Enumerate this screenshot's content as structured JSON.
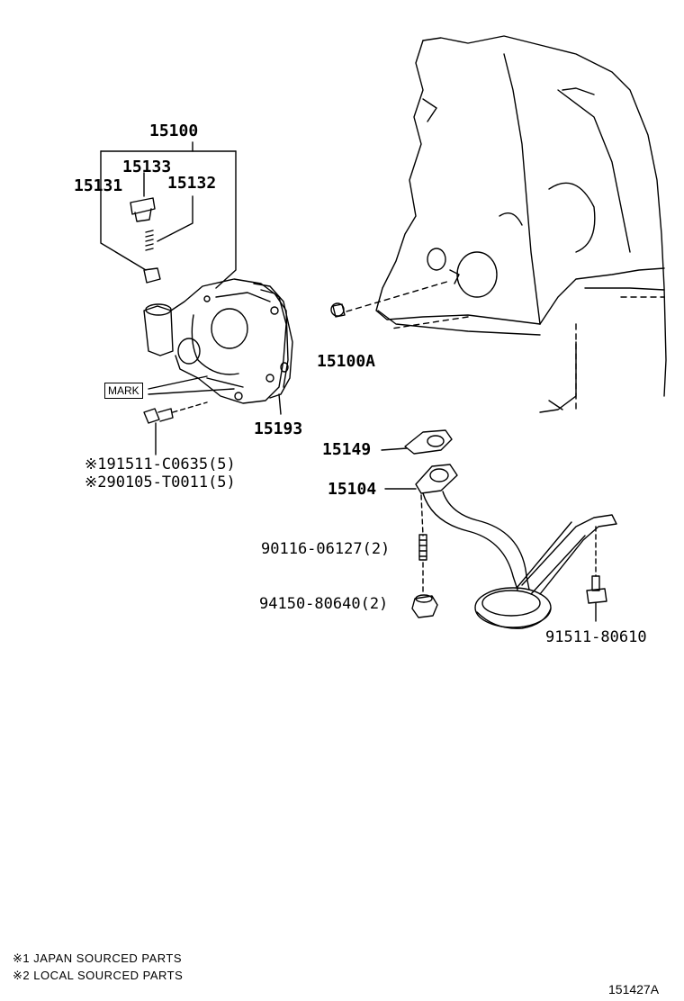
{
  "parts": {
    "p15100": "15100",
    "p15133": "15133",
    "p15131": "15131",
    "p15132": "15132",
    "p15100A": "15100A",
    "p15193": "15193",
    "p15149": "15149",
    "p15104": "15104",
    "p91511_C0635": "※191511-C0635(5)",
    "p90105_T0011": "※290105-T0011(5)",
    "p90116_06127": "90116-06127(2)",
    "p94150_80640": "94150-80640(2)",
    "p91511_80610": "91511-80610"
  },
  "mark_label": "MARK",
  "notes": {
    "note1": "※1  JAPAN SOURCED PARTS",
    "note2": "※2  LOCAL SOURCED PARTS"
  },
  "figure_number": "151427A"
}
